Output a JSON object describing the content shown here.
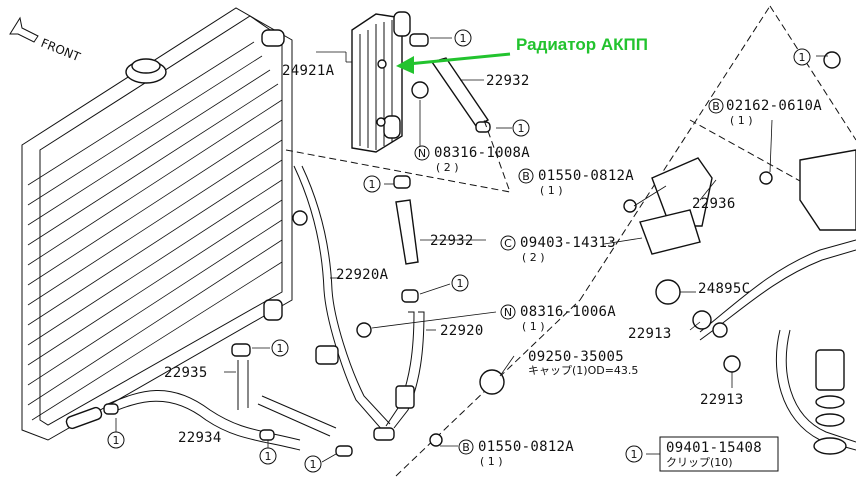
{
  "annotation": {
    "text": "Радиатор АКПП",
    "color": "#22c32e"
  },
  "front_label": "FRONT",
  "parts": {
    "p24921A": "24921A",
    "p22932a": "22932",
    "p22932b": "22932",
    "n08316_1008A": "08316-1008A",
    "n08316_1008A_qty": "( 2 )",
    "b01550_0812A_a": "01550-0812A",
    "b01550_0812A_a_qty": "( 1 )",
    "b02162_0610A": "02162-0610A",
    "b02162_0610A_qty": "( 1 )",
    "p22936": "22936",
    "c09403_14313": "09403-14313",
    "c09403_14313_qty": "( 2 )",
    "p22920A": "22920A",
    "p24895C": "24895C",
    "n08316_1006A": "08316-1006A",
    "n08316_1006A_qty": "( 1 )",
    "p22920": "22920",
    "p22913a": "22913",
    "p22913b": "22913",
    "p09250_35005": "09250-35005",
    "p09250_35005_sub": "キャップ(1)OD=43.5",
    "p22935": "22935",
    "p22934": "22934",
    "b01550_0812A_b": "01550-0812A",
    "b01550_0812A_b_qty": "( 1 )",
    "p09401_15408": "09401-15408",
    "p09401_15408_sub": "クリップ(10)"
  },
  "callout_number": "1",
  "symbols": {
    "b": "B",
    "n": "N",
    "c": "C"
  }
}
